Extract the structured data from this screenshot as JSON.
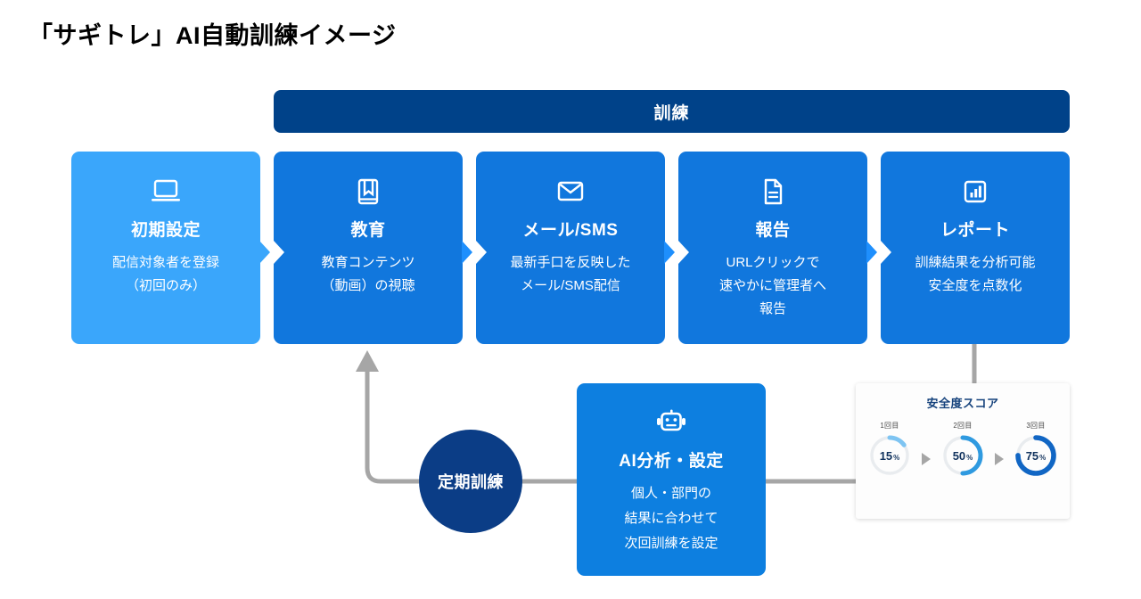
{
  "page": {
    "title": "「サギトレ」AI自動訓練イメージ",
    "background": "#ffffff"
  },
  "colors": {
    "navy": "#004289",
    "circle_navy": "#0b3d86",
    "card_blue": "#1177dd",
    "card_light_blue": "#3aa6fb",
    "line_gray": "#a6a6a6",
    "score_title": "#15427c",
    "donut_light": "#7ec4f2",
    "donut_mid": "#2f9ae0",
    "donut_dark": "#1166c4"
  },
  "band": {
    "label": "訓練"
  },
  "flow": {
    "cards": [
      {
        "icon": "laptop-icon",
        "title": "初期設定",
        "desc": [
          "配信対象者を登録",
          "（初回のみ）"
        ],
        "color": "#3aa6fb",
        "variant": "light"
      },
      {
        "icon": "book-icon",
        "title": "教育",
        "desc": [
          "教育コンテンツ",
          "（動画）の視聴"
        ],
        "color": "#1177dd",
        "variant": "normal"
      },
      {
        "icon": "mail-icon",
        "title": "メール/SMS",
        "desc": [
          "最新手口を反映した",
          "メール/SMS配信"
        ],
        "color": "#1177dd",
        "variant": "normal"
      },
      {
        "icon": "document-icon",
        "title": "報告",
        "desc": [
          "URLクリックで",
          "速やかに管理者へ",
          "報告"
        ],
        "color": "#1177dd",
        "variant": "normal"
      },
      {
        "icon": "bar-chart-icon",
        "title": "レポート",
        "desc": [
          "訓練結果を分析可能",
          "安全度を点数化"
        ],
        "color": "#1177dd",
        "variant": "normal"
      }
    ]
  },
  "cycle": {
    "label": "定期訓練"
  },
  "ai_card": {
    "icon": "robot-icon",
    "title": "AI分析・設定",
    "desc": [
      "個人・部門の",
      "結果に合わせて",
      "次回訓練を設定"
    ]
  },
  "chart_data": {
    "type": "pie",
    "title": "安全度スコア",
    "categories": [
      "1回目",
      "2回目",
      "3回目"
    ],
    "values": [
      15,
      50,
      75
    ],
    "unit": "%",
    "value_labels": [
      "15",
      "50",
      "75"
    ],
    "series_colors": [
      "#7ec4f2",
      "#2f9ae0",
      "#1166c4"
    ],
    "track_color": "#e9ecef",
    "ylim": [
      0,
      100
    ],
    "legend": "none",
    "grid": false,
    "arrows": [
      "triangle-right",
      "triangle-right"
    ]
  }
}
